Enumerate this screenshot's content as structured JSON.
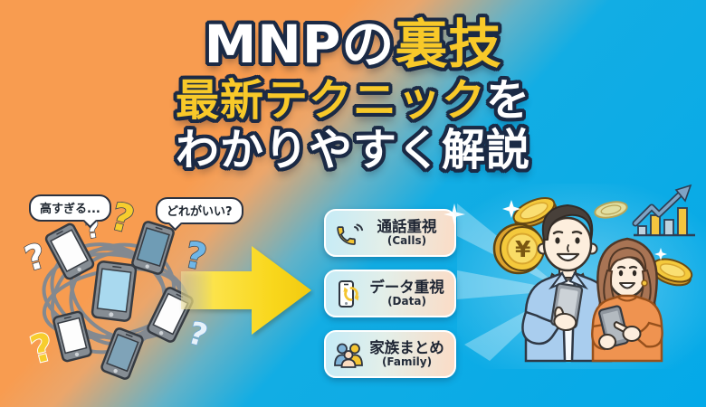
{
  "title": {
    "line1_plain": "MNPの",
    "line1_accent": "裏技",
    "line2_accent": "最新テクニック",
    "line2_plain": "を",
    "line3": "わかりやすく解説"
  },
  "confusion": {
    "bubble_left": "高すぎる...",
    "bubble_right": "どれがいい?",
    "question_mark": "?"
  },
  "options": [
    {
      "label": "通話重視",
      "sublabel": "(Calls)",
      "icon": "phone-call-icon"
    },
    {
      "label": "データ重視",
      "sublabel": "(Data)",
      "icon": "data-sync-icon"
    },
    {
      "label": "家族まとめ",
      "sublabel": "(Family)",
      "icon": "family-group-icon"
    }
  ],
  "outcome": {
    "coin_symbol": "¥"
  },
  "colors": {
    "accent_yellow": "#f8c929",
    "outline_navy": "#1b2a45",
    "bg_orange": "#f89c50",
    "bg_blue": "#0aaae6",
    "card_blue": "#c6ebf6",
    "card_peach": "#fbdcc6",
    "icon_yellow": "#f4c531",
    "icon_blue": "#7fb3d8"
  }
}
